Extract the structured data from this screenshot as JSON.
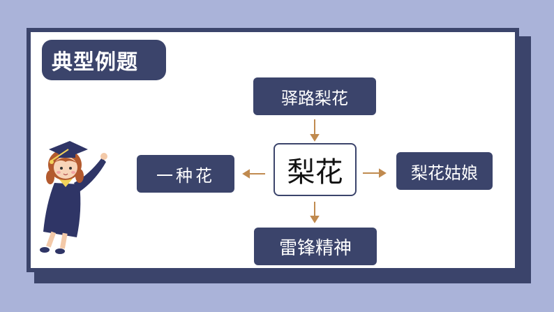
{
  "title": "典型例题",
  "center_word": "梨花",
  "nodes": {
    "top": "驿路梨花",
    "left": "一种花",
    "right": "梨花姑娘",
    "bottom": "雷锋精神"
  },
  "colors": {
    "background": "#aab3d9",
    "navy": "#3b446b",
    "arrow": "#c08a4f"
  }
}
